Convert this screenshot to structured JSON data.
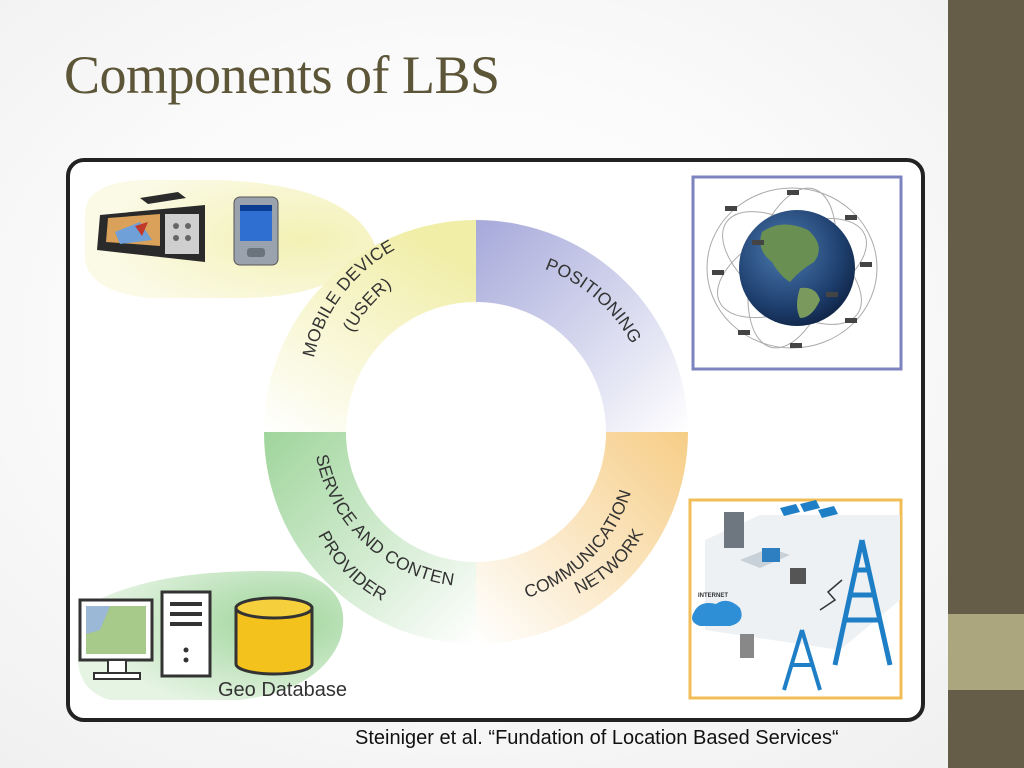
{
  "slide": {
    "title": "Components of LBS",
    "citation": "Steiniger et al. “Fundation of Location Based Services“"
  },
  "diagram": {
    "segments": [
      {
        "id": "mobile",
        "line1": "MOBILE DEVICE",
        "line2": "(USER)",
        "color": "#f2efae"
      },
      {
        "id": "positioning",
        "line1": "POSITIONING",
        "color": "#a9acdc"
      },
      {
        "id": "communication",
        "line1": "COMMUNICATION",
        "line2": "NETWORK",
        "color": "#f6cf8c"
      },
      {
        "id": "service",
        "line1": "SERVICE AND CONTENT",
        "line2": "PROVIDER",
        "color": "#a5d8a1"
      }
    ],
    "geo_database_label": "Geo Database",
    "network_label": "INTERNET",
    "icons": [
      "car-navigation-device-icon",
      "pda-icon",
      "satellite-globe-icon",
      "cell-tower-icon",
      "computer-icon",
      "database-icon"
    ]
  }
}
